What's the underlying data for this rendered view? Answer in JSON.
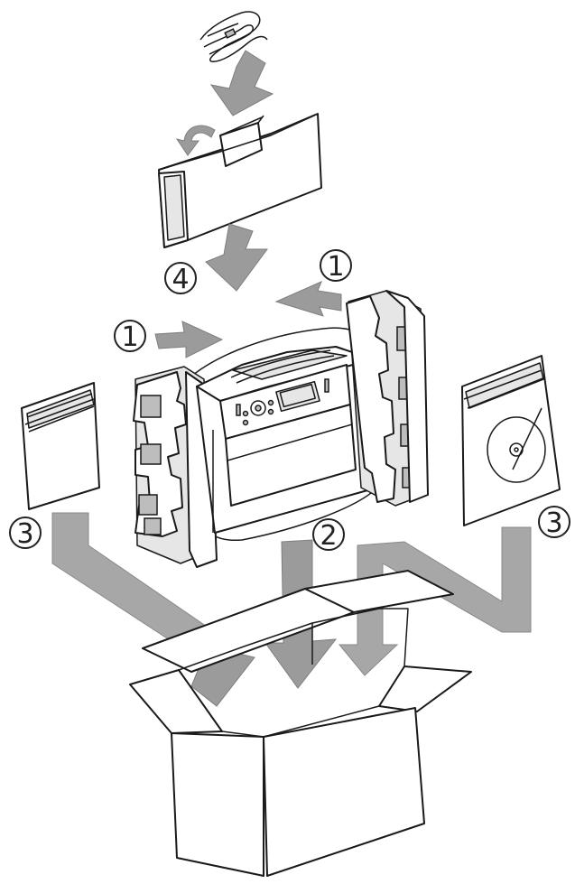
{
  "steps": {
    "foam_left": "1",
    "foam_right": "1",
    "machine": "2",
    "accessories_left": "3",
    "accessories_right": "3",
    "cover": "4"
  },
  "colors": {
    "arrow": "#9b9b9b",
    "outline": "#1a1a1a",
    "background": "#ffffff"
  }
}
